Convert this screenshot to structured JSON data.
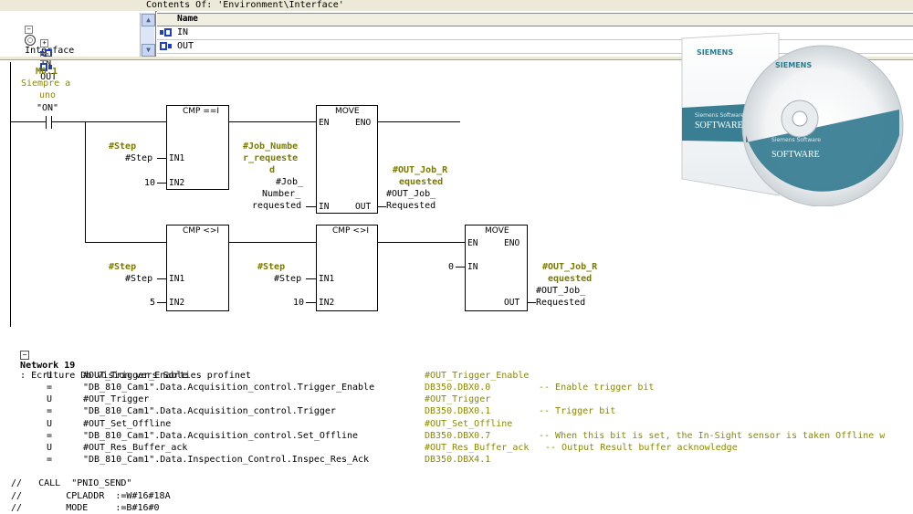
{
  "panel": {
    "contents_title": "Contents Of: 'Environment\\Interface'",
    "tree": {
      "root": "Interface",
      "items": [
        "IN",
        "OUT"
      ]
    },
    "column_header": "Name",
    "rows": [
      "IN",
      "OUT"
    ]
  },
  "ladder": {
    "contact_addr": "M0.1",
    "contact_comment_1": "Siempre a",
    "contact_comment_2": "uno",
    "contact_label": "\"ON\"",
    "cmp1": {
      "title": "CMP ==I",
      "in1_sym": "#Step",
      "in1_val": "#Step",
      "in2_val": "10"
    },
    "move1": {
      "title": "MOVE",
      "en": "EN",
      "eno": "ENO",
      "in_sym_1": "#Job_Numbe",
      "in_sym_2": "r_requeste",
      "in_sym_3": "d",
      "in_val_1": "#Job_",
      "in_val_2": "Number_",
      "in_val_3": "requested",
      "out_sym_1": "#OUT_Job_R",
      "out_sym_2": "equested",
      "out_val_1": "#OUT_Job_",
      "out_val_2": "Requested",
      "in_pin": "IN",
      "out_pin": "OUT"
    },
    "cmp2": {
      "title": "CMP <>I",
      "in1_sym": "#Step",
      "in1_val": "#Step",
      "in2_val": "5"
    },
    "cmp3": {
      "title": "CMP <>I",
      "in1_sym": "#Step",
      "in1_val": "#Step",
      "in2_val": "10"
    },
    "move2": {
      "title": "MOVE",
      "en": "EN",
      "eno": "ENO",
      "in_val": "0",
      "out_sym_1": "#OUT_Job_R",
      "out_sym_2": "equested",
      "out_val_1": "#OUT_Job_",
      "out_val_2": "Requested",
      "in_pin": "IN",
      "out_pin": "OUT"
    },
    "pin_in1": "IN1",
    "pin_in2": "IN2"
  },
  "network": {
    "number_label": "Network 19",
    "title": ": Ecriture Db vision vers Sorties profinet",
    "lines": [
      {
        "op": "U",
        "operand": "#OUT_Trigger_Enable",
        "sym": "#OUT_Trigger_Enable",
        "comment": ""
      },
      {
        "op": "=",
        "operand": "\"DB_810_Cam1\".Data.Acquisition_control.Trigger_Enable",
        "sym": "DB350.DBX0.0",
        "comment": "-- Enable trigger bit"
      },
      {
        "op": "U",
        "operand": "#OUT_Trigger",
        "sym": "#OUT_Trigger",
        "comment": ""
      },
      {
        "op": "=",
        "operand": "\"DB_810_Cam1\".Data.Acquisition_control.Trigger",
        "sym": "DB350.DBX0.1",
        "comment": "-- Trigger bit"
      },
      {
        "op": "U",
        "operand": "#OUT_Set_Offline",
        "sym": "#OUT_Set_Offline",
        "comment": ""
      },
      {
        "op": "=",
        "operand": "\"DB_810_Cam1\".Data.Acquisition_control.Set_Offline",
        "sym": "DB350.DBX0.7",
        "comment": "-- When this bit is set, the In-Sight sensor is taken Offline w"
      },
      {
        "op": "U",
        "operand": "#OUT_Res_Buffer_ack",
        "sym": "#OUT_Res_Buffer_ack",
        "comment": "-- Output Result buffer acknowledge"
      },
      {
        "op": "=",
        "operand": "\"DB_810_Cam1\".Data.Inspection_Control.Inspec_Res_Ack",
        "sym": "DB350.DBX4.1",
        "comment": ""
      }
    ],
    "call_lines": [
      "//   CALL  \"PNIO_SEND\"",
      "//        CPLADDR  :=W#16#18A",
      "//        MODE     :=B#16#0"
    ]
  },
  "promo": {
    "brand_box": "SIEMENS",
    "brand_disc": "SIEMENS",
    "software_box": "SOFTWARE",
    "software_disc": "SOFTWARE",
    "small_box": "Siemens Software",
    "small_disc": "Siemens Software"
  },
  "colors": {
    "symbol": "#7a7a00",
    "toolbar": "#ece9d8",
    "scroll": "#c7d5f5",
    "teal": "#3a7e93"
  }
}
